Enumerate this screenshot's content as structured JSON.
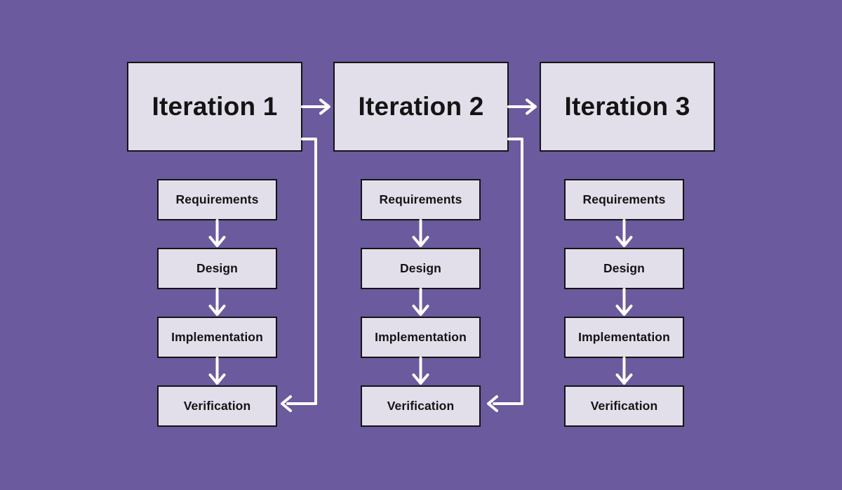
{
  "diagram": {
    "iterations": [
      {
        "label": "Iteration 1",
        "steps": [
          "Requirements",
          "Design",
          "Implementation",
          "Verification"
        ],
        "has_feedback_loop": true
      },
      {
        "label": "Iteration 2",
        "steps": [
          "Requirements",
          "Design",
          "Implementation",
          "Verification"
        ],
        "has_feedback_loop": true
      },
      {
        "label": "Iteration 3",
        "steps": [
          "Requirements",
          "Design",
          "Implementation",
          "Verification"
        ],
        "has_feedback_loop": false
      }
    ],
    "colors": {
      "background": "#6b5a9d",
      "box_fill": "#e2dfeb",
      "box_border": "#141414",
      "text": "#141414",
      "arrow": "#ffffff"
    }
  }
}
